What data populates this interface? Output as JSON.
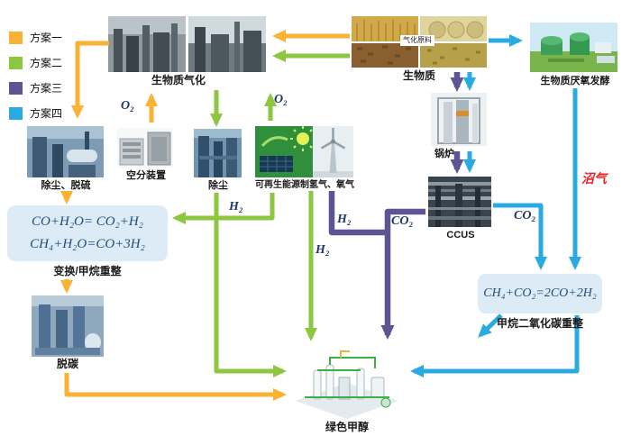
{
  "colors": {
    "scheme1": "#F9B233",
    "scheme2": "#8DC63F",
    "scheme3": "#5C5593",
    "scheme4": "#29ABE2",
    "equation_bg": "#DDEBF7",
    "equation_text": "#1F4E79",
    "gas_label": "#1F3864",
    "biogas_label": "#E8262A"
  },
  "legend": {
    "items": [
      {
        "label": "方案一",
        "color": "#F9B233"
      },
      {
        "label": "方案二",
        "color": "#8DC63F"
      },
      {
        "label": "方案三",
        "color": "#5C5593"
      },
      {
        "label": "方案四",
        "color": "#29ABE2"
      }
    ]
  },
  "nodes": {
    "gasification": {
      "label": "生物质气化"
    },
    "biomass": {
      "label": "生物质",
      "tag": "气化原料"
    },
    "fermentation": {
      "label": "生物质厌氧发酵"
    },
    "dedust_desulfurize": {
      "label": "除尘、脱硫"
    },
    "air_separation": {
      "label": "空分装置"
    },
    "dedust": {
      "label": "除尘"
    },
    "renewable": {
      "label": "可再生能源制氢气、氧气"
    },
    "boiler": {
      "label": "锅炉"
    },
    "ccus": {
      "label": "CCUS"
    },
    "shift_reforming": {
      "equation_line1": "CO+H₂O= CO₂+H₂",
      "equation_line2": "CH₄+H₂O=CO+3H₂",
      "label": "变换/甲烷重整"
    },
    "decarbonization": {
      "label": "脱碳"
    },
    "dry_reforming": {
      "equation": "CH₄+CO₂=2CO+2H₂",
      "label": "甲烷二氧化碳重整"
    },
    "methanol": {
      "label": "绿色甲醇"
    }
  },
  "flow_labels": {
    "o2_air_separation": "O₂",
    "o2_renewable": "O₂",
    "h2_to_reformer": "H₂",
    "h2_to_methanol": "H₂",
    "h2_scheme3": "H₂",
    "co2_scheme3": "CO₂",
    "co2_scheme4": "CO₂",
    "biogas": "沼气"
  }
}
